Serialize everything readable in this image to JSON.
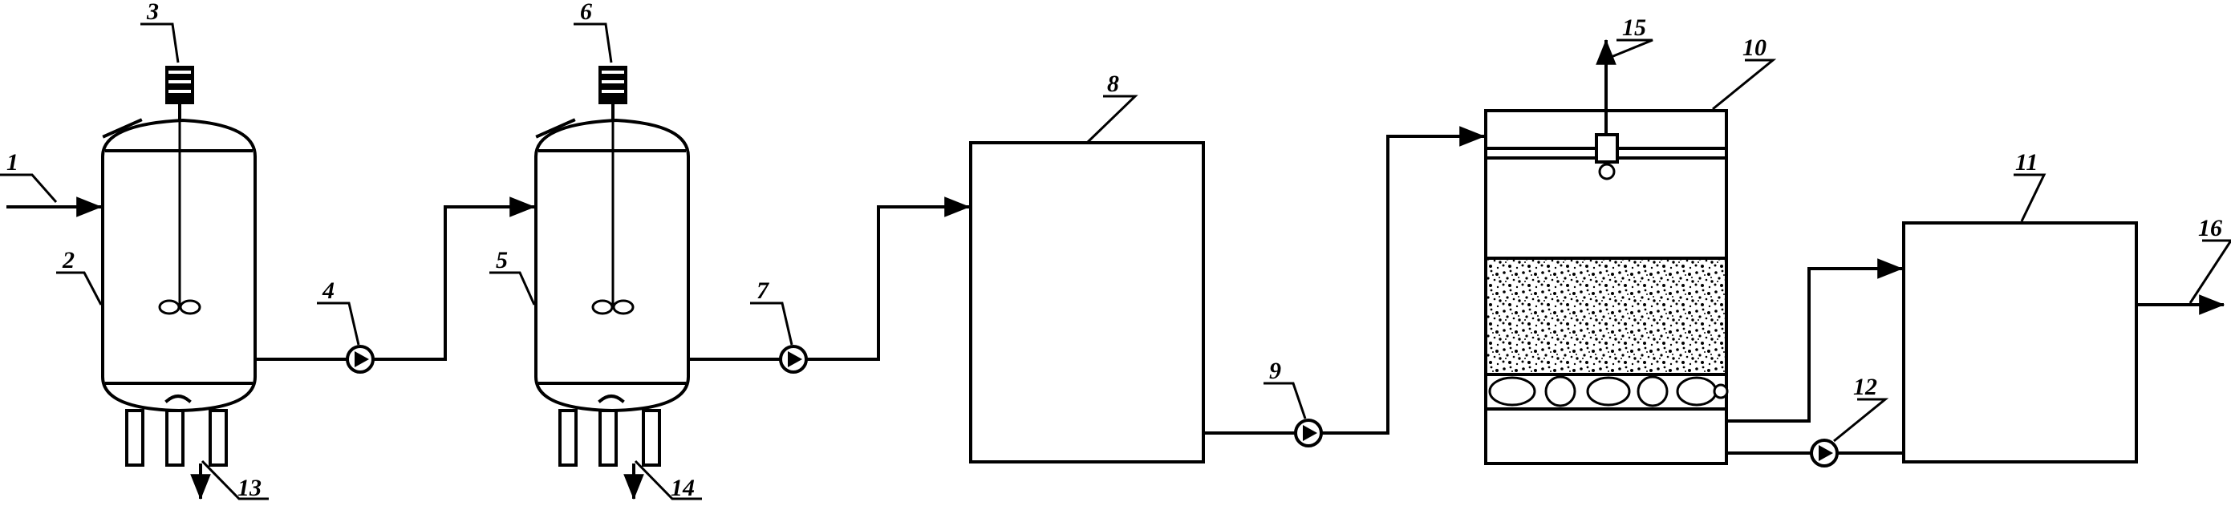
{
  "labels": {
    "l1": "1",
    "l2": "2",
    "l3": "3",
    "l4": "4",
    "l5": "5",
    "l6": "6",
    "l7": "7",
    "l8": "8",
    "l9": "9",
    "l10": "10",
    "l11": "11",
    "l12": "12",
    "l13": "13",
    "l14": "14",
    "l15": "15",
    "l16": "16"
  }
}
